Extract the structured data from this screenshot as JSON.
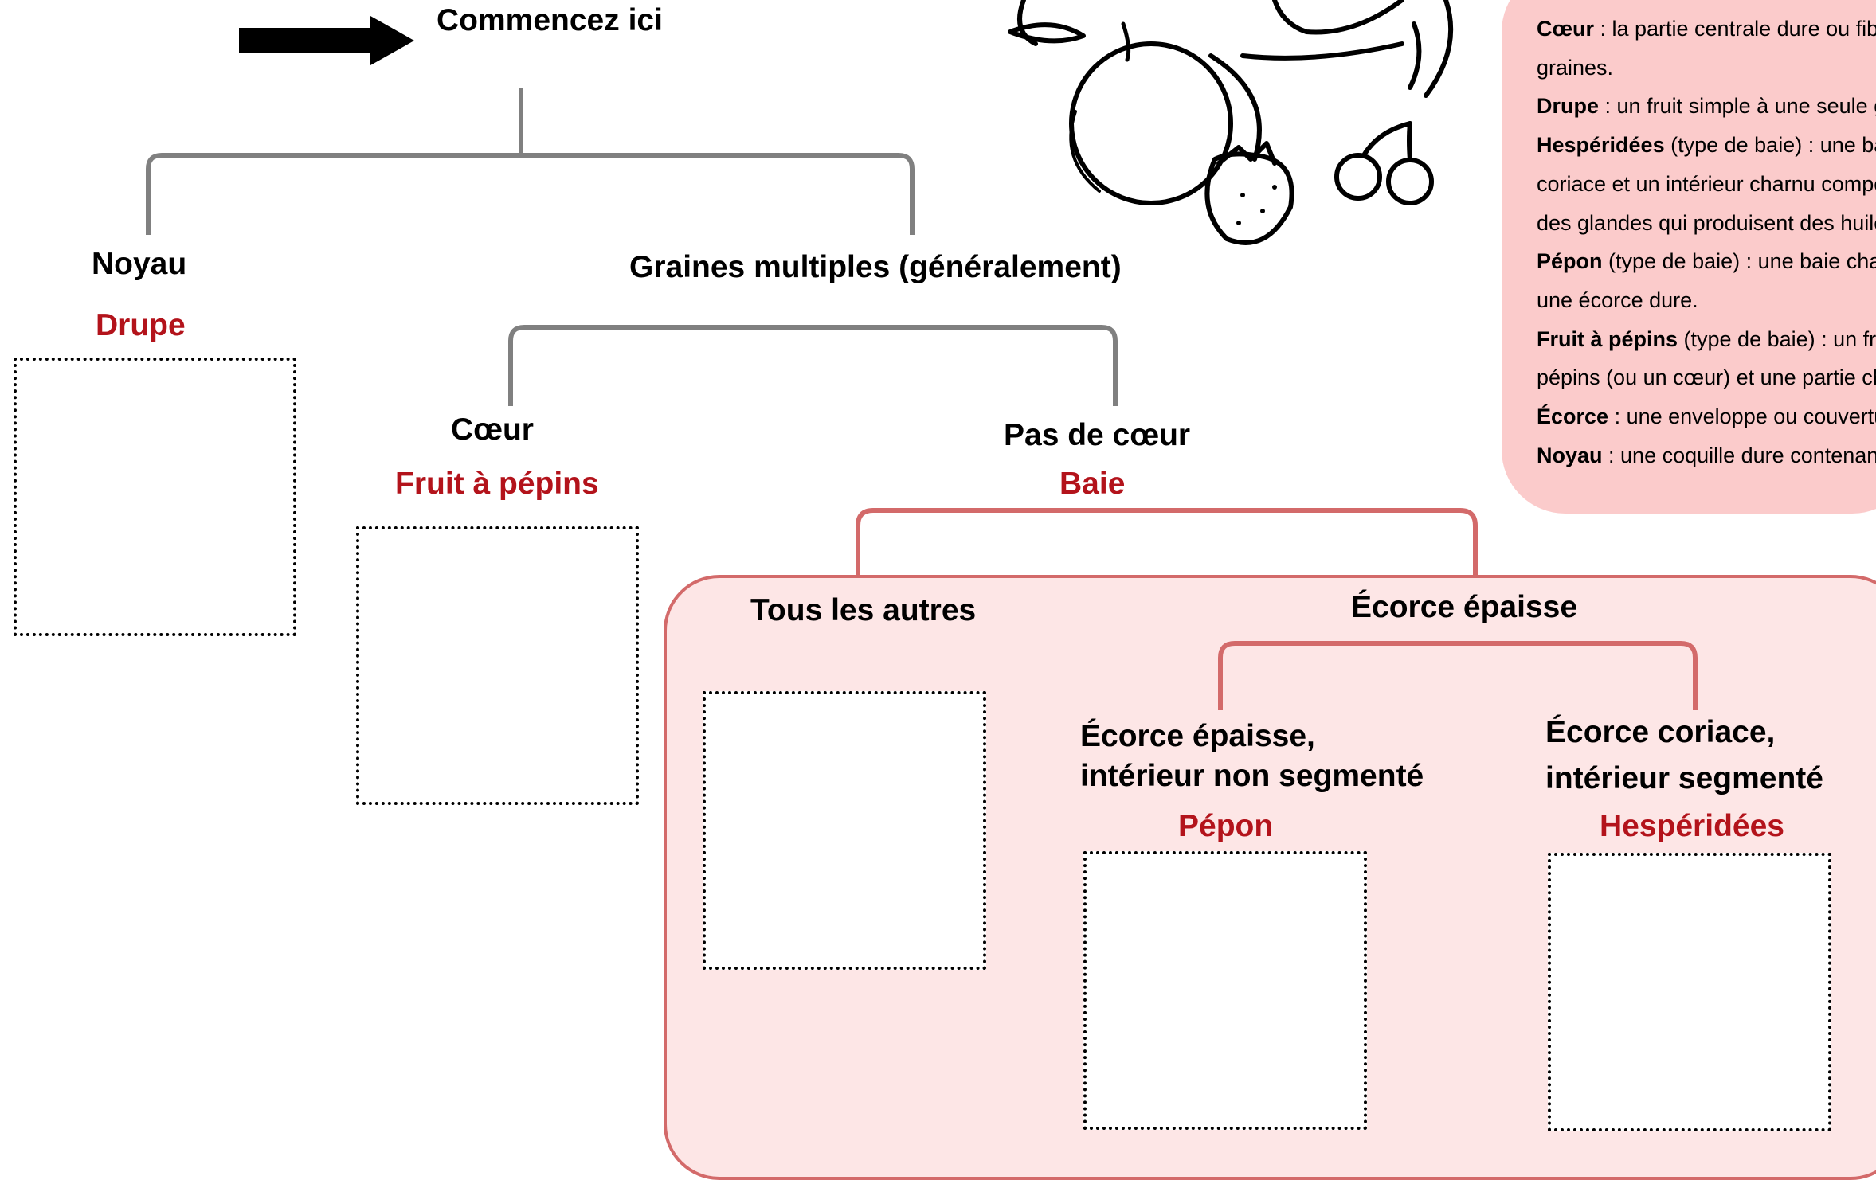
{
  "start": {
    "label": "Commencez ici"
  },
  "branches": {
    "noyau": {
      "label": "Noyau",
      "category": "Drupe"
    },
    "multiple": {
      "label": "Graines multiples (généralement)"
    },
    "coeur": {
      "label": "Cœur",
      "category": "Fruit à pépins"
    },
    "pas_coeur": {
      "label": "Pas de cœur",
      "category": "Baie"
    },
    "tous_autres": {
      "label": "Tous les autres"
    },
    "ecorce_epaisse": {
      "label": "Écorce épaisse"
    },
    "pepon": {
      "label_line1": "Écorce épaisse,",
      "label_line2": "intérieur non segmenté",
      "category": "Pépon"
    },
    "hesperidees": {
      "label_line1": "Écorce coriace,",
      "label_line2": "intérieur segmenté",
      "category": "Hespéridées"
    }
  },
  "glossary": {
    "items": [
      {
        "term": "Cœur",
        "text": " : la partie centrale dure ou fibreuse de certains fruits, qui contient les"
      },
      {
        "term": "",
        "text": "graines."
      },
      {
        "term": "Drupe",
        "text": " : un fruit simple à une seule graine entourée d'un noyau dur."
      },
      {
        "term": "Hespéridées",
        "text": " (type de baie) : une baie ayant une écorce"
      },
      {
        "term": "",
        "text": "coriace et un intérieur charnu composé de segments, avec"
      },
      {
        "term": "",
        "text": "des glandes qui produisent des huiles."
      },
      {
        "term": "Pépon",
        "text": " (type de baie) : une baie charnue ayant"
      },
      {
        "term": "",
        "text": "une écorce dure."
      },
      {
        "term": "Fruit à pépins",
        "text": " (type de baie) : un fruit ayant une partie contenant des"
      },
      {
        "term": "",
        "text": "pépins (ou un cœur) et une partie charnue."
      },
      {
        "term": "Écorce",
        "text": " : une enveloppe ou couverture extérieure."
      },
      {
        "term": "Noyau",
        "text": " : une coquille dure contenant une graine."
      }
    ]
  },
  "colors": {
    "category_red": "#b3131b",
    "connector_gray": "#808080",
    "connector_pink": "#d36a6a",
    "panel_pink": "#fde6e6",
    "glossary_pink": "#fbcbcb"
  },
  "icons": [
    "arrow-right-icon",
    "fruit-illustration"
  ]
}
